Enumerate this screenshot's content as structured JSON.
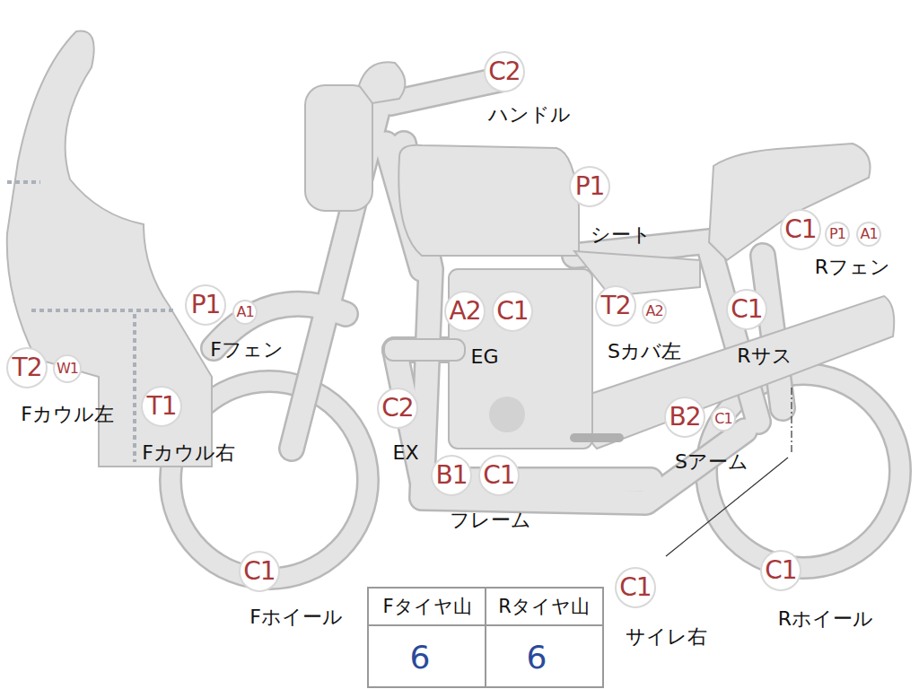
{
  "diagram": {
    "nodes": [
      {
        "text": [
          "C2"
        ]
      },
      {
        "text": [
          "P1"
        ]
      },
      {
        "text": [
          "C1"
        ]
      },
      {
        "text": [
          "P1"
        ]
      },
      {
        "text": [
          "A1"
        ]
      },
      {
        "text": [
          "P1"
        ]
      },
      {
        "text": [
          "A1"
        ]
      },
      {
        "text": [
          "A2"
        ]
      },
      {
        "text": [
          "C1"
        ]
      },
      {
        "text": [
          "T2"
        ]
      },
      {
        "text": [
          "A2"
        ]
      },
      {
        "text": [
          "C1"
        ]
      },
      {
        "text": [
          "T2"
        ]
      },
      {
        "text": [
          "W1"
        ]
      },
      {
        "text": [
          "T1"
        ]
      },
      {
        "text": [
          "C2"
        ]
      },
      {
        "text": [
          "B2"
        ]
      },
      {
        "text": [
          "C1"
        ]
      },
      {
        "text": [
          "B1"
        ]
      },
      {
        "text": [
          "C1"
        ]
      },
      {
        "text": [
          "C1"
        ]
      },
      {
        "text": [
          "C1"
        ]
      },
      {
        "text": [
          "C1"
        ]
      }
    ],
    "labels": [
      "ハンドル",
      "シート",
      "Rフェン",
      "Fフェン",
      "EG",
      "Sカバ左",
      "Rサス",
      "Fカウル左",
      "Fカウル右",
      "EX",
      "Sアーム",
      "フレーム",
      "Fホイール",
      "サイレ右",
      "Rホイール",
      "Fタイヤ山",
      "Rタイヤ山",
      "6",
      "6"
    ]
  }
}
